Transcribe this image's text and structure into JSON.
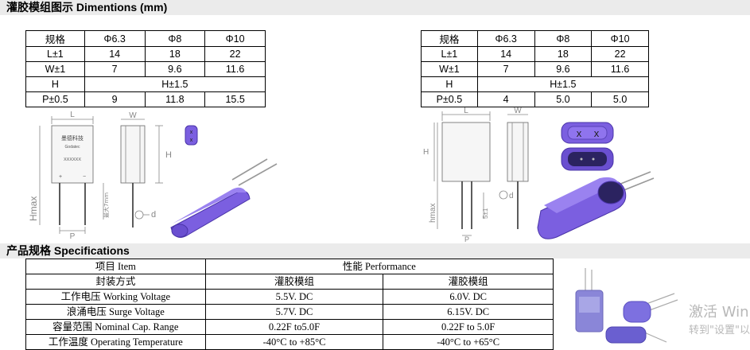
{
  "section1": {
    "title": "灌胶模组图示 Dimentions (mm)"
  },
  "dim_left": {
    "header": [
      "规格",
      "Φ6.3",
      "Φ8",
      "Φ10"
    ],
    "rows": [
      [
        "L±1",
        "14",
        "18",
        "22"
      ],
      [
        "W±1",
        "7",
        "9.6",
        "11.6"
      ]
    ],
    "h_row": [
      "H",
      "H±1.5"
    ],
    "p_row": [
      "P±0.5",
      "9",
      "11.8",
      "15.5"
    ]
  },
  "dim_right": {
    "header": [
      "规格",
      "Φ6.3",
      "Φ8",
      "Φ10"
    ],
    "rows": [
      [
        "L±1",
        "14",
        "18",
        "22"
      ],
      [
        "W±1",
        "7",
        "9.6",
        "11.6"
      ]
    ],
    "h_row": [
      "H",
      "H±1.5"
    ],
    "p_row": [
      "P±0.5",
      "4",
      "5.0",
      "5.0"
    ]
  },
  "drawing_left": {
    "labels": {
      "L": "L",
      "W": "W",
      "H": "H",
      "Hmax": "Hmax",
      "P": "P",
      "d": "d",
      "min": "最大7mm"
    },
    "brand_cn": "墨德科技",
    "brand_en": "Godatec",
    "code": "XXXXXX",
    "plus": "+",
    "minus": "−"
  },
  "drawing_right": {
    "labels": {
      "L": "L",
      "W": "W",
      "H": "H",
      "hmax": "hmax",
      "P": "P",
      "d": "d",
      "min": "5±1"
    }
  },
  "section2": {
    "title": "产品规格 Specifications"
  },
  "spec": {
    "item_header": "项目  Item",
    "perf_header": "性能  Performance",
    "rows": [
      {
        "item": "封装方式",
        "a": "灌胶模组",
        "b": "灌胶模组"
      },
      {
        "item": "工作电压  Working Voltage",
        "a": "5.5V. DC",
        "b": "6.0V. DC"
      },
      {
        "item": "浪涌电压   Surge Voltage",
        "a": "5.7V. DC",
        "b": "6.15V. DC"
      },
      {
        "item": "容量范围  Nominal Cap. Range",
        "a": "0.22F to5.0F",
        "b": "0.22F to 5.0F"
      },
      {
        "item": "工作温度  Operating Temperature",
        "a": "-40°C to +85°C",
        "b": "-40°C to +65°C"
      }
    ]
  },
  "watermark": {
    "line1": "激活 Win",
    "line2": "转到\"设置\"以"
  },
  "colors": {
    "capacitor": "#7b5fe0",
    "capacitor_dark": "#4a34a8",
    "header_bg": "#ebebeb"
  }
}
